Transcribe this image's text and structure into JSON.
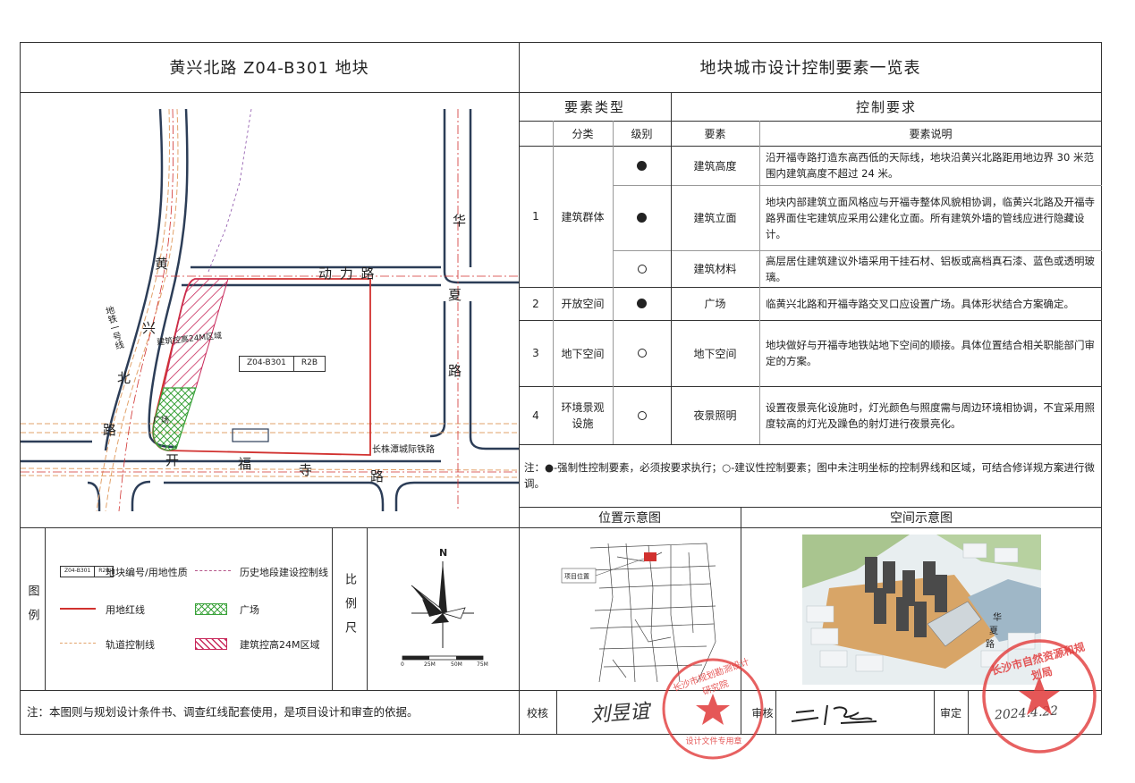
{
  "left_title": "黄兴北路 Z04-B301 地块",
  "right_title": "地块城市设计控制要素一览表",
  "table": {
    "h_type": "要素类型",
    "h_control": "控制要求",
    "col_class": "分类",
    "col_level": "级别",
    "col_element": "要素",
    "col_desc": "要素说明",
    "rows": [
      {
        "no": "1",
        "category": "建筑群体",
        "level": "strong",
        "element": "建筑高度",
        "desc": "沿开福寺路打造东高西低的天际线，地块沿黄兴北路距用地边界 30 米范围内建筑高度不超过 24 米。"
      },
      {
        "level": "strong",
        "element": "建筑立面",
        "desc": "地块内部建筑立面风格应与开福寺整体风貌相协调，临黄兴北路及开福寺路界面住宅建筑应采用公建化立面。所有建筑外墙的管线应进行隐藏设计。"
      },
      {
        "level": "advisory",
        "element": "建筑材料",
        "desc": "高层居住建筑建议外墙采用干挂石材、铝板或高档真石漆、蓝色或透明玻璃。"
      },
      {
        "no": "2",
        "category": "开放空间",
        "level": "strong",
        "element": "广场",
        "desc": "临黄兴北路和开福寺路交叉口应设置广场。具体形状结合方案确定。"
      },
      {
        "no": "3",
        "category": "地下空间",
        "level": "advisory",
        "element": "地下空间",
        "desc": "地块做好与开福寺地铁站地下空间的顺接。具体位置结合相关职能部门审定的方案。"
      },
      {
        "no": "4",
        "category": "环境景观设施",
        "level": "advisory",
        "element": "夜景照明",
        "desc": "设置夜景亮化设施时，灯光颜色与照度需与周边环境相协调，不宜采用照度较高的灯光及躁色的射灯进行夜景亮化。"
      }
    ],
    "note": "注：●-强制性控制要素，必须按要求执行；○-建议性控制要素；图中未注明坐标的控制界线和区域，可结合修详规方案进行微调。"
  },
  "map": {
    "road_dongli": "动 力 路",
    "road_kaifusi": [
      "开",
      "福",
      "寺",
      "路"
    ],
    "road_huangxing": [
      "黄",
      "兴",
      "北",
      "路"
    ],
    "road_huaxia": [
      "华",
      "夏",
      "路"
    ],
    "metro_label": "地铁一号线",
    "rail_label": "长株潭城际铁路",
    "plot_code": "Z04-B301",
    "plot_use": "R2B",
    "hatch_label": "建筑控高24M区域",
    "plaza_label": "广场"
  },
  "legend": {
    "title": "图例",
    "items": [
      "地块编号/用地性质",
      "历史地段建设控制线",
      "用地红线",
      "广场",
      "轨道控制线",
      "建筑控高24M区域"
    ],
    "sample_code": "Z04-B301",
    "sample_use": "R2B",
    "scale_title": "比例尺",
    "north": "N",
    "scale_ticks": [
      "0",
      "25M",
      "50M",
      "75M"
    ]
  },
  "location": {
    "title": "位置示意图",
    "label": "项目位置"
  },
  "space": {
    "title": "空间示意图",
    "road": [
      "华",
      "夏",
      "路"
    ]
  },
  "footer": {
    "note": "注：本图则与规划设计条件书、调查红线配套使用，是项目设计和审查的依据。",
    "check": "校核",
    "check_sign": "刘昱谊",
    "review": "审核",
    "approve": "审定",
    "date": "2024.4.22",
    "stamp1_text": "长沙市规划勘测设计研究院",
    "stamp1_sub": "设计文件专用章",
    "stamp2_text": "长沙市自然资源和规划局"
  },
  "colors": {
    "red_line": "#d1312f",
    "hatch": "#c8285a",
    "plaza": "#3aa23a",
    "road": "#2c3d57",
    "rail": "#e2a26a",
    "stamp": "#e13a3a"
  }
}
